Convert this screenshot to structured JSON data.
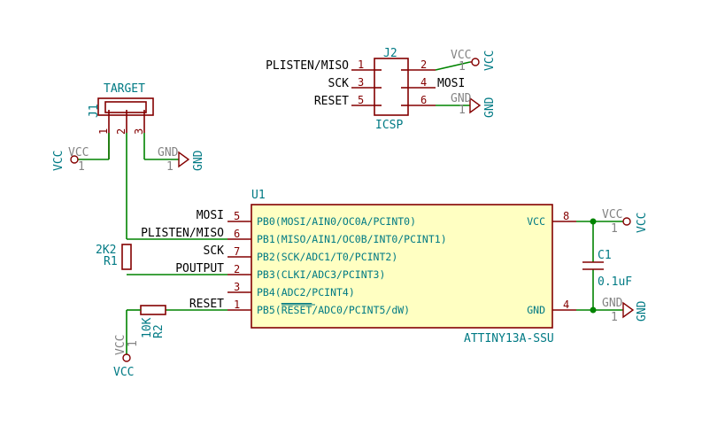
{
  "connector_target": {
    "ref": "J1",
    "value": "TARGET",
    "pins": [
      "1",
      "2",
      "3"
    ]
  },
  "connector_icsp": {
    "ref": "J2",
    "value": "ICSP",
    "pins_left": [
      {
        "num": "1",
        "net": "PLISTEN/MISO"
      },
      {
        "num": "3",
        "net": "SCK"
      },
      {
        "num": "5",
        "net": "RESET"
      }
    ],
    "pins_right": [
      {
        "num": "2",
        "net": ""
      },
      {
        "num": "4",
        "net": "MOSI"
      },
      {
        "num": "6",
        "net": ""
      }
    ]
  },
  "power": {
    "vcc_label": "VCC",
    "gnd_label": "GND",
    "pin_one": "1"
  },
  "ic": {
    "ref": "U1",
    "value": "ATTINY13A-SSU",
    "pins": [
      {
        "num": "5",
        "net": "MOSI",
        "name": "PB0(MOSI/AIN0/OC0A/PCINT0)"
      },
      {
        "num": "6",
        "net": "PLISTEN/MISO",
        "name": "PB1(MISO/AIN1/OC0B/INT0/PCINT1)"
      },
      {
        "num": "7",
        "net": "SCK",
        "name": "PB2(SCK/ADC1/T0/PCINT2)"
      },
      {
        "num": "2",
        "net": "POUTPUT",
        "name": "PB3(CLKI/ADC3/PCINT3)"
      },
      {
        "num": "3",
        "net": "",
        "name": "PB4(ADC2/PCINT4)"
      },
      {
        "num": "1",
        "net": "RESET",
        "name_prefix": "PB5(",
        "name_overbar": "RESET",
        "name_suffix": "/ADC0/PCINT5/dW)"
      }
    ],
    "vcc_pin": {
      "num": "8",
      "name": "VCC"
    },
    "gnd_pin": {
      "num": "4",
      "name": "GND"
    }
  },
  "resistor_r1": {
    "ref": "R1",
    "value": "2K2"
  },
  "resistor_r2": {
    "ref": "R2",
    "value": "10K"
  },
  "capacitor_c1": {
    "ref": "C1",
    "value": "0.1uF"
  }
}
